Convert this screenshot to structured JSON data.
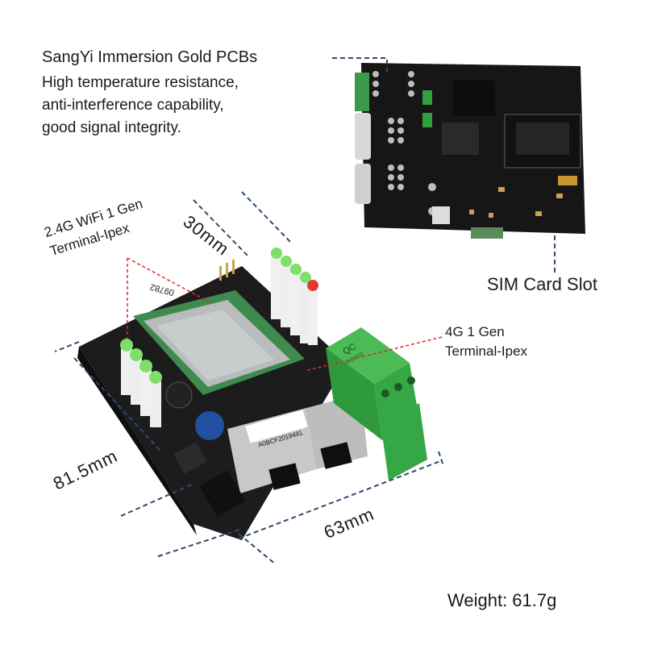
{
  "pcb": {
    "title": "SangYi Immersion Gold PCBs",
    "features": [
      "High temperature resistance,",
      "anti-interference capability,",
      "good signal integrity."
    ]
  },
  "callouts": {
    "sim_slot": "SIM Card Slot",
    "lte_antenna": "4G 1 Gen Terminal-Ipex",
    "wifi_antenna": "2.4G WiFi 1 Gen Terminal-Ipex"
  },
  "dimensions": {
    "height": "30mm",
    "length": "81.5mm",
    "width": "63mm"
  },
  "weight": "Weight: 61.7g",
  "board_markings": {
    "module_label": "09782",
    "qc_sticker": "QC",
    "qc_sub": "PASSED",
    "serial": "A0BCF2019491"
  },
  "colors": {
    "pcb": "#1c1c1c",
    "module": "#3f8a4f",
    "terminal": "#35a845",
    "led": "#7ee06b",
    "led_red": "#e03a2f",
    "dash": "#2e4a6b",
    "callout_red": "#e02a2a"
  }
}
